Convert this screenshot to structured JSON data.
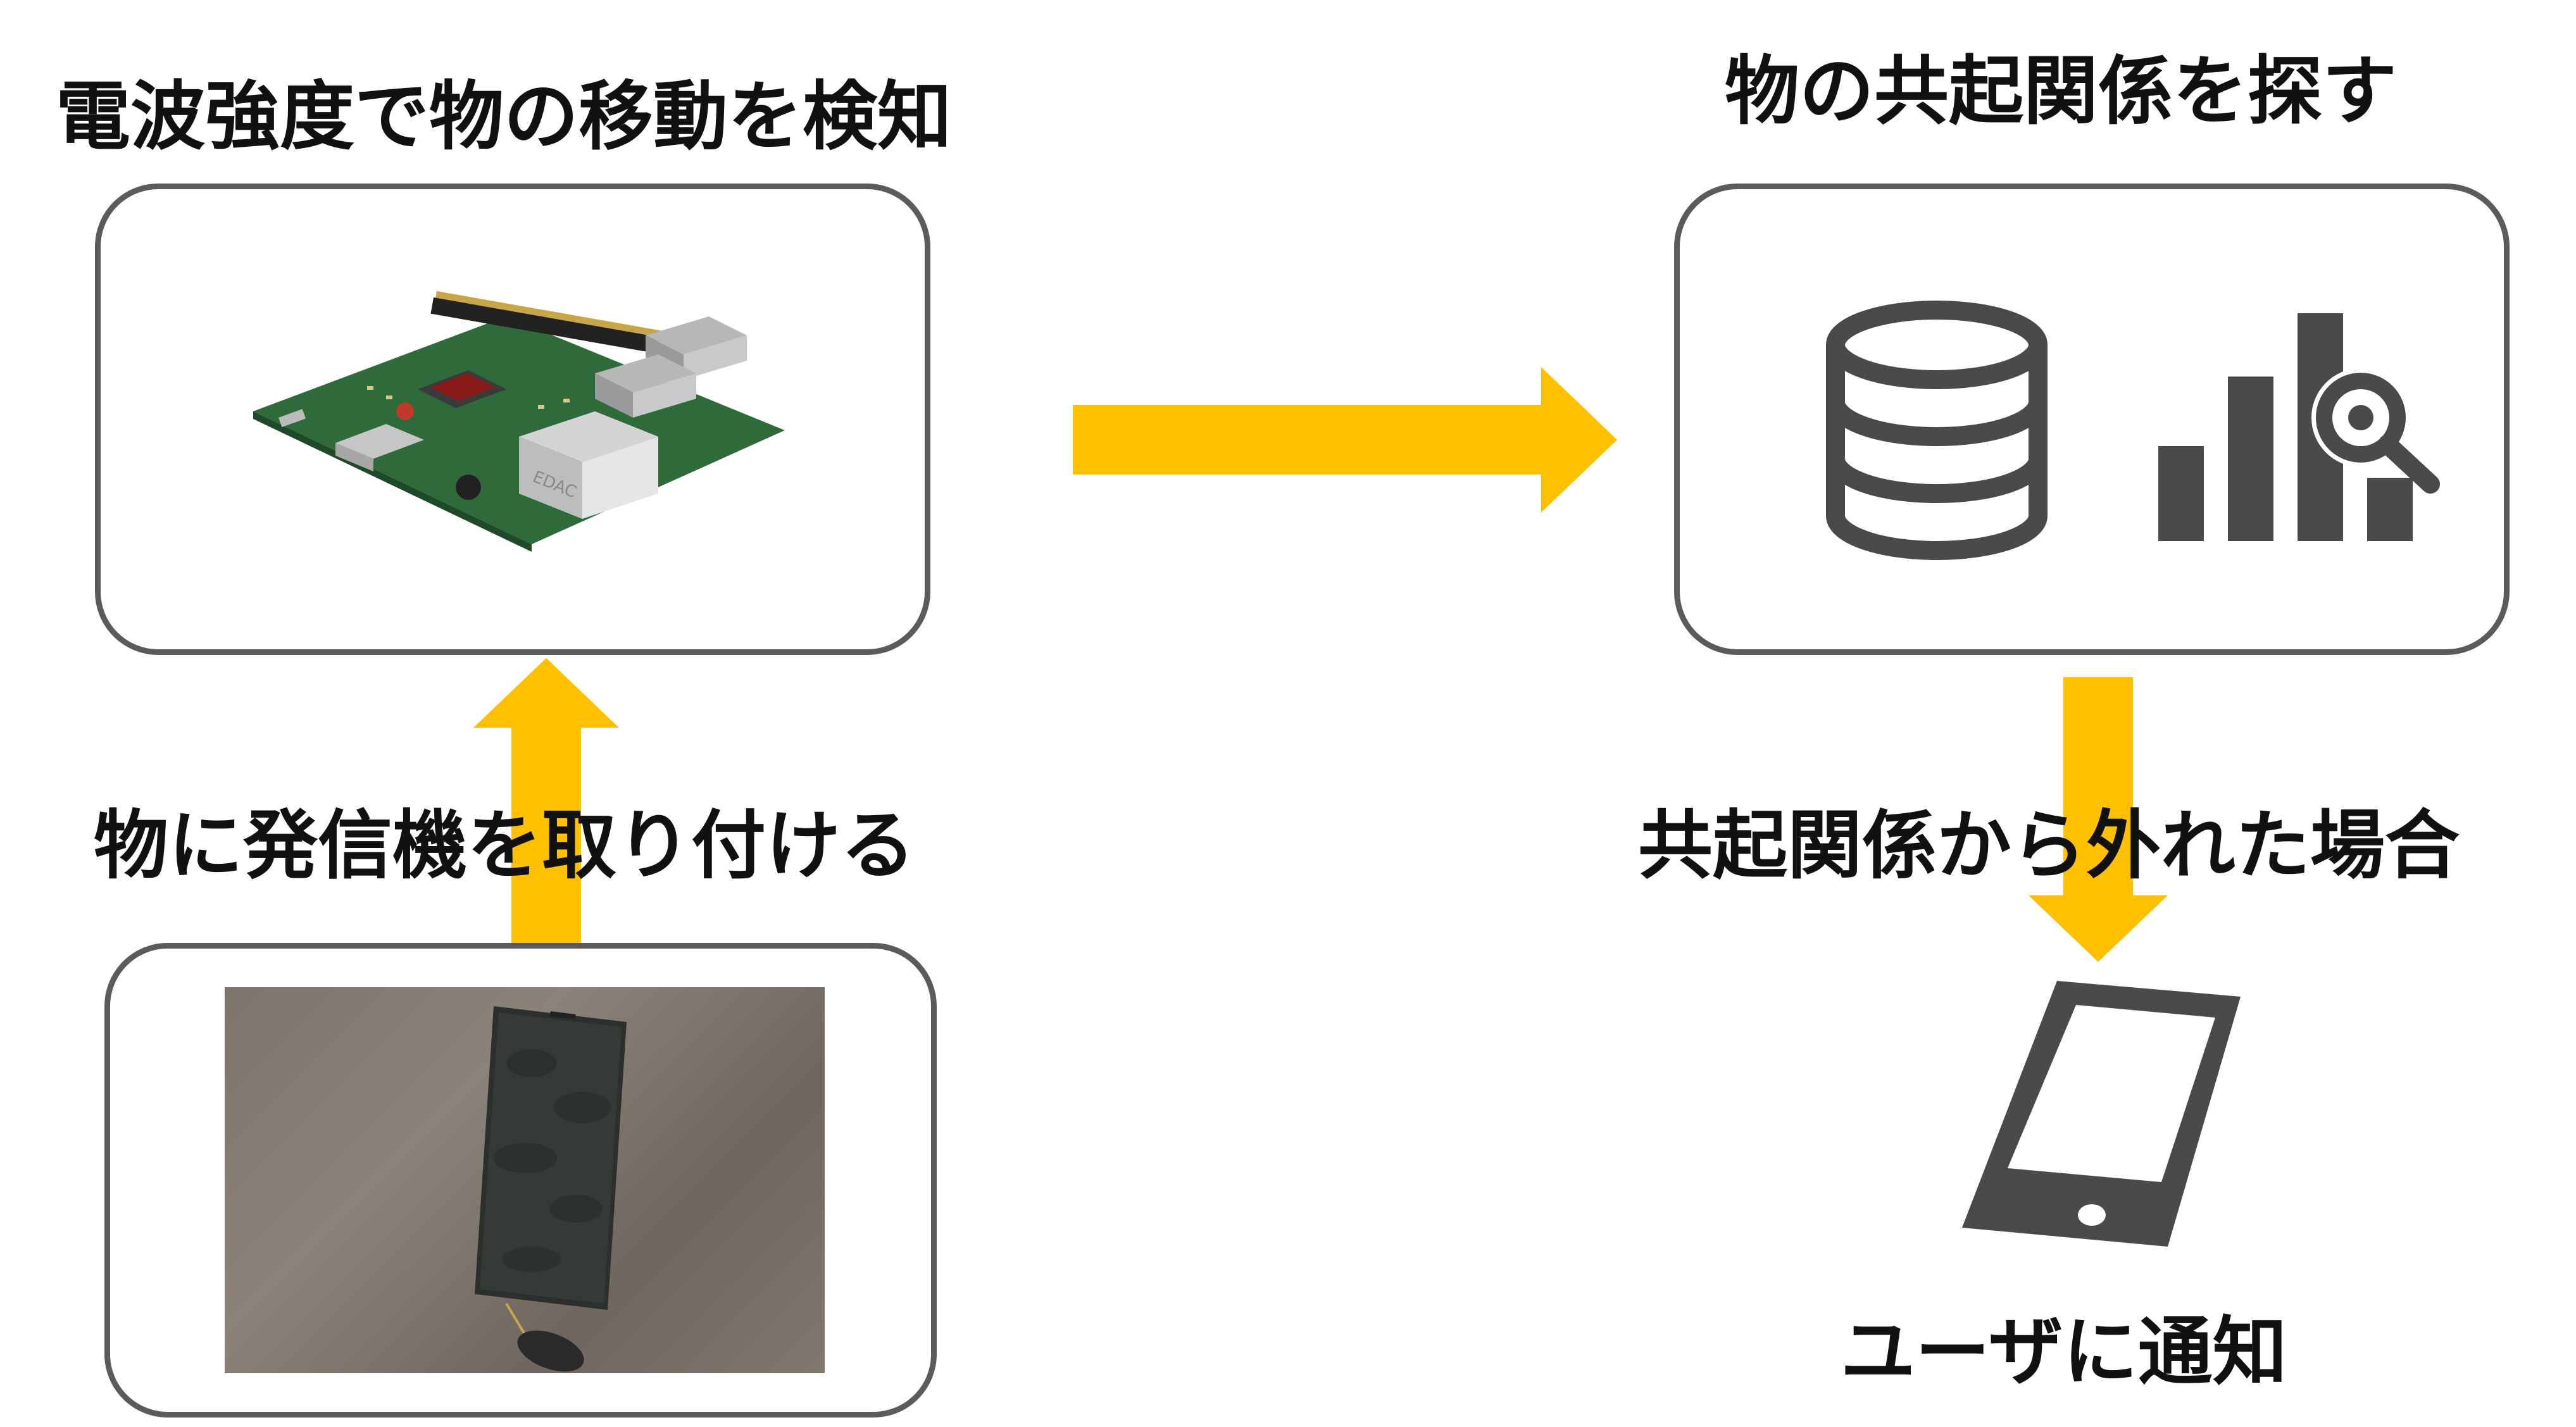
{
  "labels": {
    "detect_movement": "電波強度で物の移動を検知",
    "find_cooccurrence": "物の共起関係を探す",
    "attach_transmitter": "物に発信機を取り付ける",
    "out_of_relation": "共起関係から外れた場合",
    "notify_user": "ユーザに通知"
  },
  "board": {
    "connector_label": "EDAC"
  },
  "colors": {
    "arrow": "#ffc000",
    "panel_border": "#5b5b5b",
    "icon": "#4a4a4a",
    "text": "#111111"
  },
  "icons": [
    "single-board-computer-icon",
    "database-icon",
    "bar-chart-search-icon",
    "smartphone-icon",
    "phone-case-with-tag-photo"
  ]
}
